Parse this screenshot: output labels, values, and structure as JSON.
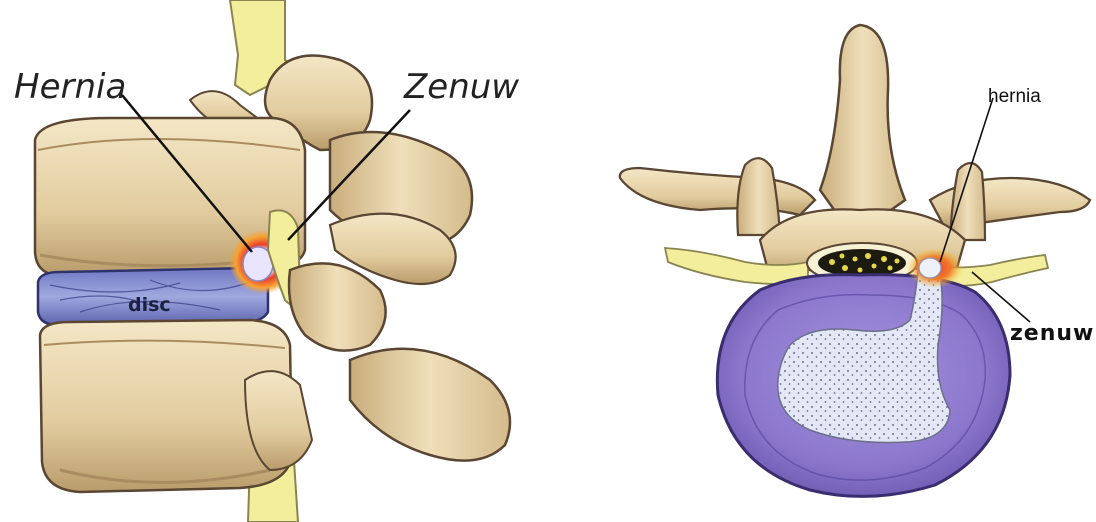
{
  "left_panel": {
    "label_hernia": "Hernia",
    "label_nerve": "Zenuw",
    "label_disc": "disc"
  },
  "right_panel": {
    "label_hernia": "hernia",
    "label_nerve": "zenuw"
  },
  "colors": {
    "bone_light": "#efe0bc",
    "bone_mid": "#d8c094",
    "bone_dark": "#a98d61",
    "outline": "#5a4632",
    "disc_blue": "#8a92d4",
    "disc_purple": "#8d78cc",
    "nucleus": "#dfe4f5",
    "nerve_yellow": "#f2ee9c",
    "inflammation_red": "#e8402a",
    "inflammation_orange": "#f6a233"
  }
}
